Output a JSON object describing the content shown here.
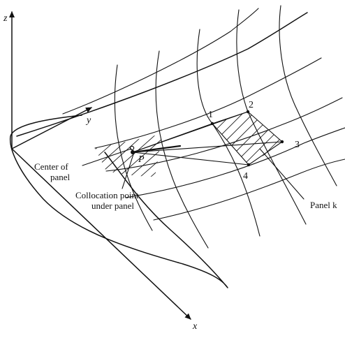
{
  "axes": {
    "x": "x",
    "y": "y",
    "z": "z"
  },
  "labels": {
    "center_of_panel_line1": "Center of",
    "center_of_panel_line2": "panel",
    "collocation_line1": "Collocation point",
    "collocation_line2": "under panel",
    "panel_k": "Panel k",
    "point_p": "P"
  },
  "corner_numbers": [
    "1",
    "2",
    "3",
    "4"
  ]
}
